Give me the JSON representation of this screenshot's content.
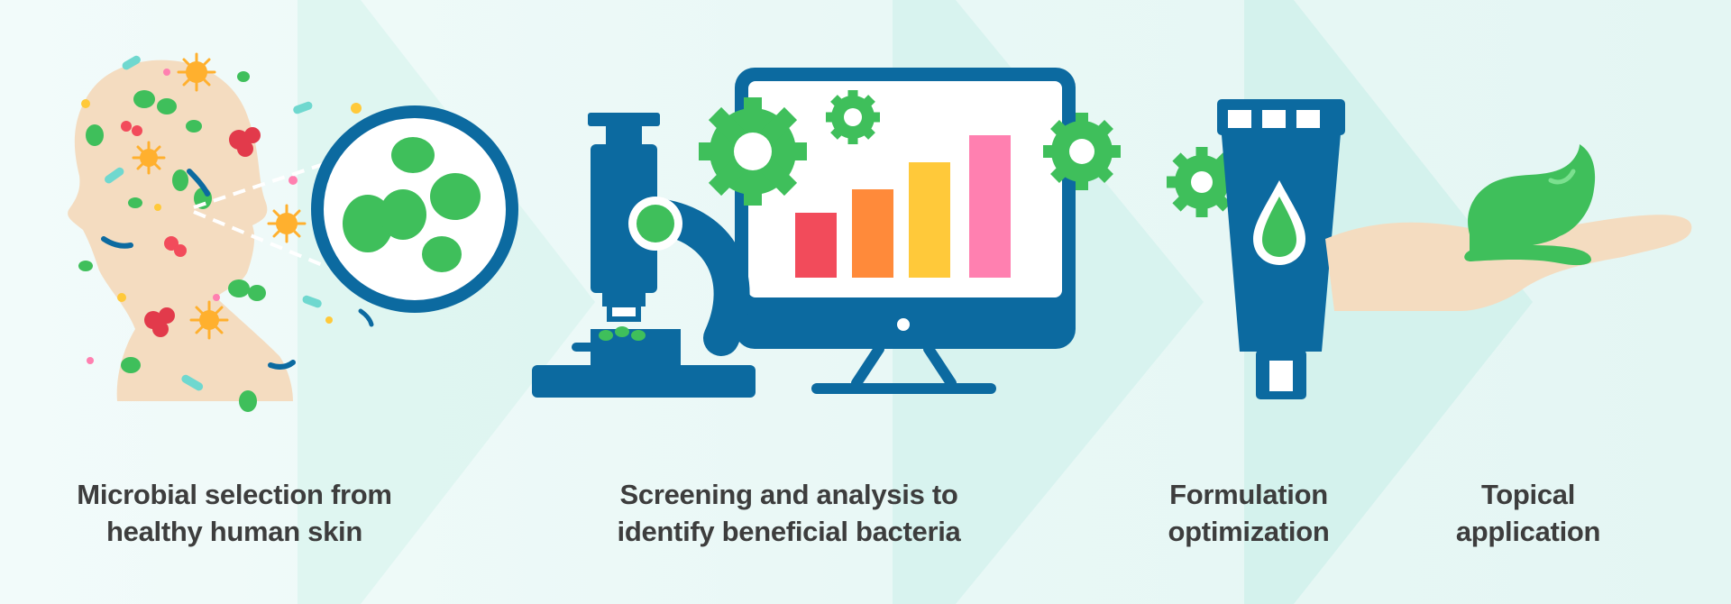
{
  "steps": [
    {
      "line1": "Microbial selection from",
      "line2": "healthy human skin",
      "icon": "head-with-microbes-icon"
    },
    {
      "line1": "Screening and analysis to",
      "line2": "identify beneficial bacteria",
      "icon": "microscope-and-monitor-icon"
    },
    {
      "line1": "Formulation",
      "line2": "optimization",
      "icon": "tube-with-drop-icon"
    },
    {
      "line1": "Topical",
      "line2": "application",
      "icon": "hand-with-cream-icon"
    }
  ],
  "colors": {
    "background": "#e9f8f6",
    "chevron": "#d8f3ef",
    "skin": "#f4dcc0",
    "navy": "#0c6aa0",
    "green": "#3fbf5b",
    "text": "#3d3d3d",
    "bars": [
      "#f24b5b",
      "#ff8a3a",
      "#ffc93a",
      "#ff80b0"
    ]
  }
}
